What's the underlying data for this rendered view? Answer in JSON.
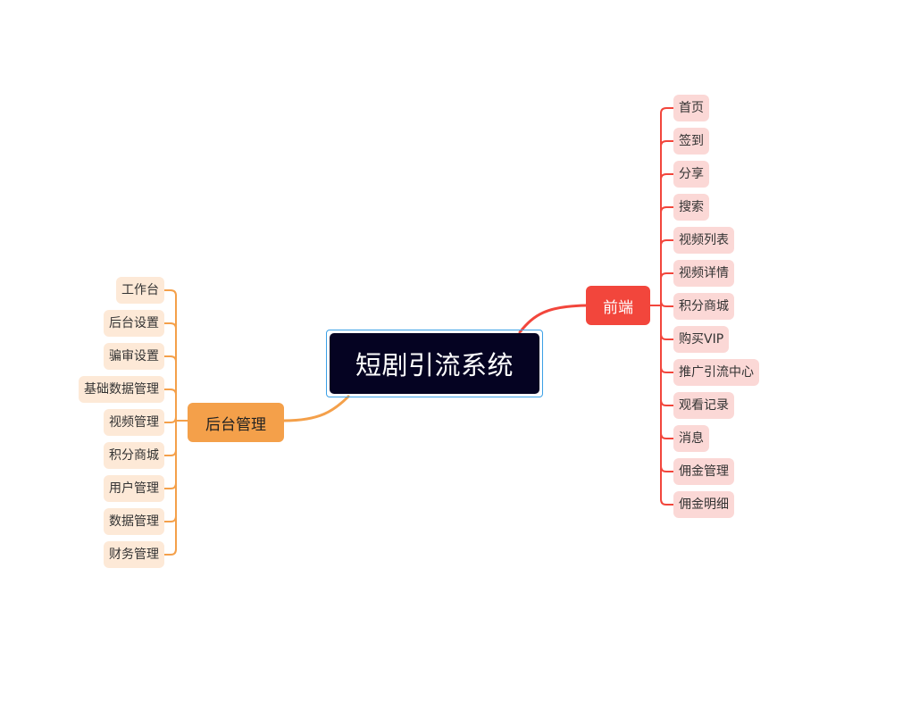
{
  "root": {
    "label": "短剧引流系统"
  },
  "branches": {
    "front": {
      "label": "前端",
      "color": "#f2463c",
      "leaf_color": "#fbd8d6",
      "items": [
        "首页",
        "签到",
        "分享",
        "搜索",
        "视频列表",
        "视频详情",
        "积分商城",
        "购买VIP",
        "推广引流中心",
        "观看记录",
        "消息",
        "佣金管理",
        "佣金明细"
      ]
    },
    "back": {
      "label": "后台管理",
      "color": "#f4a04a",
      "leaf_color": "#fde9d7",
      "items": [
        "工作台",
        "后台设置",
        "骗审设置",
        "基础数据管理",
        "视频管理",
        "积分商城",
        "用户管理",
        "数据管理",
        "财务管理"
      ]
    }
  }
}
